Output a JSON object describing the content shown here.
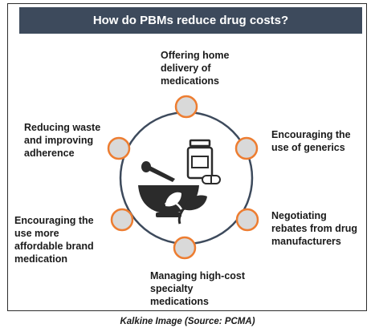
{
  "title": "How do PBMs reduce drug costs?",
  "items": [
    {
      "text": "Offering home\ndelivery of\nmedications"
    },
    {
      "text": "Encouraging the\nuse of generics"
    },
    {
      "text": "Negotiating\nrebates from drug\nmanufacturers"
    },
    {
      "text": "Managing high-cost\nspecialty\nmedications"
    },
    {
      "text": "Encouraging the\nuse more\naffordable brand\nmedication"
    },
    {
      "text": "Reducing waste\nand improving\nadherence"
    }
  ],
  "caption": "Kalkine Image (Source: PCMA)",
  "colors": {
    "title_bg": "#3d4a5c",
    "ring": "#3d4a5c",
    "node_fill": "#d9d9d9",
    "node_stroke": "#ed7d31",
    "icon": "#2b2b2b",
    "leaf": "#2b2b2b"
  },
  "icons": [
    "pill-bottle-icon",
    "capsule-icon",
    "mortar-pestle-icon",
    "leaf-icon"
  ]
}
